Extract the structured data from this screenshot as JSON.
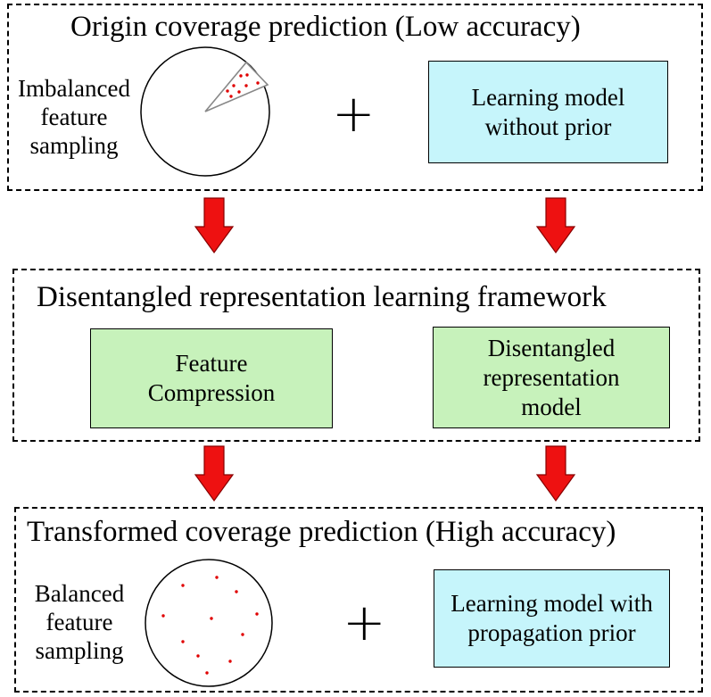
{
  "sections": {
    "origin": {
      "title": "Origin coverage prediction (Low accuracy)",
      "side_label": "Imbalanced\nfeature\nsampling",
      "plus": "+",
      "model_box": "Learning model\nwithout prior"
    },
    "framework": {
      "title": "Disentangled representation learning framework",
      "left_box": "Feature\nCompression",
      "right_box": "Disentangled\nrepresentation\nmodel"
    },
    "transformed": {
      "title": "Transformed coverage prediction (High accuracy)",
      "side_label": "Balanced\nfeature\nsampling",
      "plus": "+",
      "model_box": "Learning model with\npropagation prior"
    }
  },
  "colors": {
    "model_box_fill": "#c6f5fb",
    "framework_box_fill": "#c7f2bb",
    "arrow_fill": "#ee1111",
    "sample_dots": "#e00000"
  }
}
